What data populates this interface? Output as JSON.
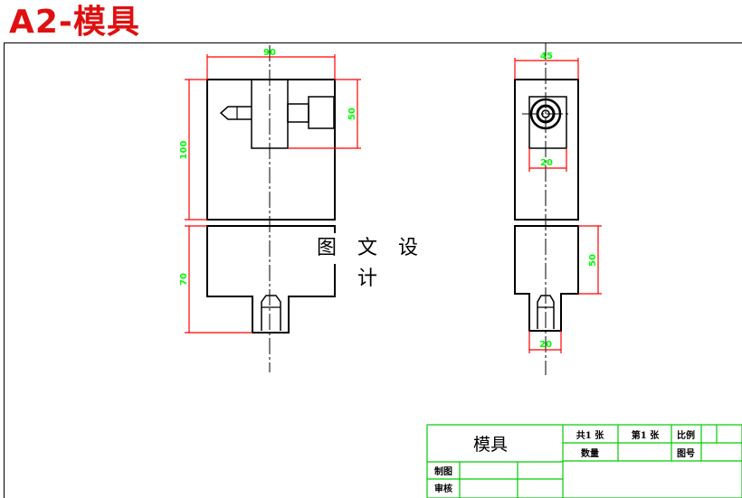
{
  "title": {
    "text": "A2-模具",
    "color": "#e01010"
  },
  "watermark": "图 文 设 计",
  "colors": {
    "outline": "#000000",
    "dimension": "#ff0000",
    "dimension_text": "#00ff00",
    "titleblock": "#00cc00"
  },
  "dimensions": {
    "front_width": "90",
    "front_upper_height": "100",
    "front_insert_height": "50",
    "front_lower_height": "70",
    "side_width": "45",
    "side_inner_width": "20",
    "side_lower_height": "50",
    "side_bottom_width": "20"
  },
  "titleblock": {
    "name": "模具",
    "total_sheets": "共1 张",
    "sheet_no": "第1 张",
    "scale": "比例",
    "quantity": "数量",
    "drawing_no": "图号",
    "drawn_by": "制图",
    "checked_by": "审核"
  }
}
